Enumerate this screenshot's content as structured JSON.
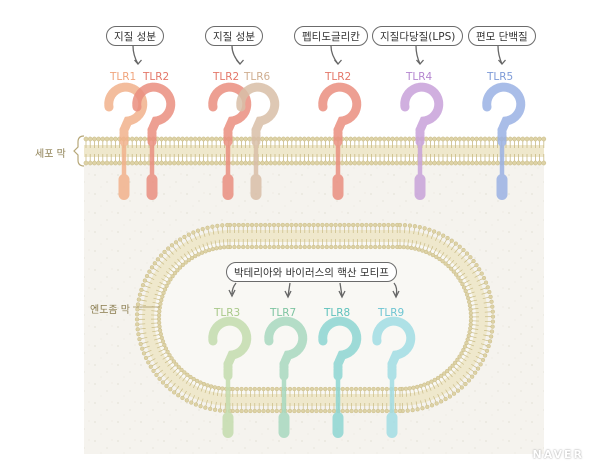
{
  "labels": {
    "lipid_1": "지질 성분",
    "lipid_2": "지질 성분",
    "peptidoglycan": "펩티도글리칸",
    "lps": "지질다당질(LPS)",
    "flagellin": "편모 단백질",
    "nucleic": "박테리아와 바이러스의 핵산 모티프",
    "cell_membrane": "세포 막",
    "endosome_membrane": "엔도좀 막",
    "watermark": "NAVER"
  },
  "receptors": {
    "surface": [
      {
        "name": "TLR1",
        "color": "#f2b28c"
      },
      {
        "name": "TLR2",
        "color": "#ea8f80"
      },
      {
        "name": "TLR2",
        "color": "#ea8f80"
      },
      {
        "name": "TLR6",
        "color": "#d9bfa8"
      },
      {
        "name": "TLR2",
        "color": "#ea8f80"
      },
      {
        "name": "TLR4",
        "color": "#c8a2da"
      },
      {
        "name": "TLR5",
        "color": "#9bb2e4"
      }
    ],
    "endosomal": [
      {
        "name": "TLR3",
        "color": "#c4dcae"
      },
      {
        "name": "TLR7",
        "color": "#a8d9c0"
      },
      {
        "name": "TLR8",
        "color": "#8ed6d2"
      },
      {
        "name": "TLR9",
        "color": "#a2dde4"
      }
    ]
  },
  "colors": {
    "membrane": "#ddd2a6",
    "membrane_dark": "#c9bb85",
    "background": "#f6f4ef"
  }
}
